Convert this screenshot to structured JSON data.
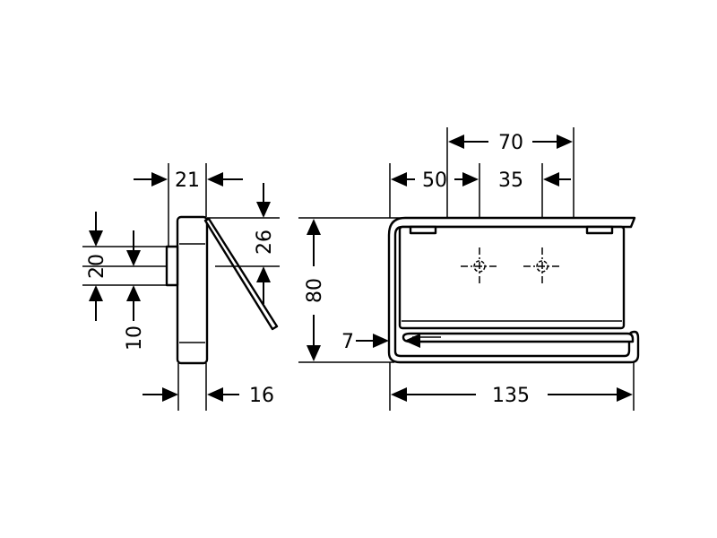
{
  "drawing": {
    "side_view": {
      "dimensions": {
        "width_top": "21",
        "offset_26": "26",
        "height_20": "20",
        "height_10": "10",
        "width_bottom": "16"
      }
    },
    "front_view": {
      "dimensions": {
        "width_70": "70",
        "width_50": "50",
        "width_35": "35",
        "height_80": "80",
        "gap_7": "7",
        "width_135": "135"
      }
    }
  }
}
